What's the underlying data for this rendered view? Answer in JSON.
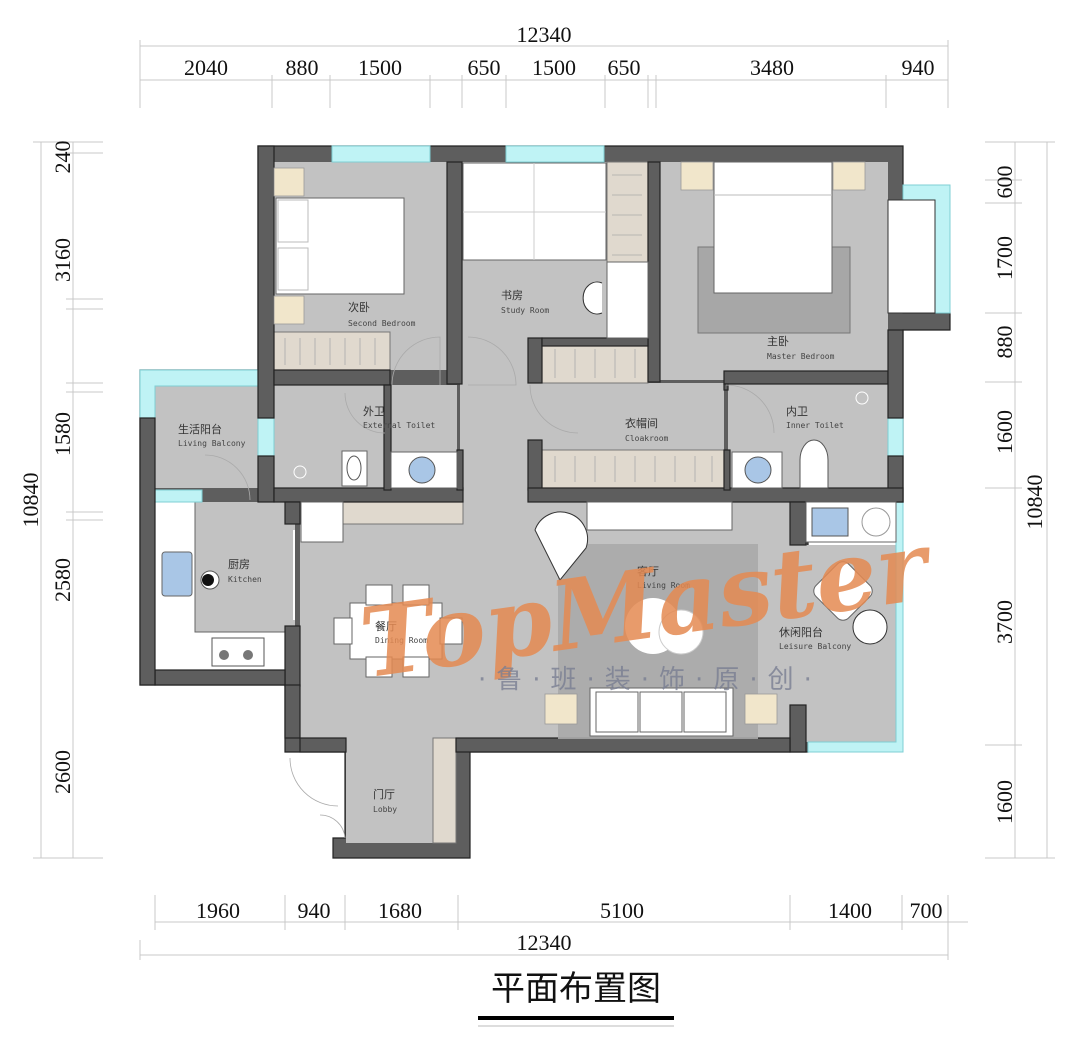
{
  "title": "平面布置图",
  "dimensions": {
    "top_total": "12340",
    "top_segments": [
      "2040",
      "880",
      "1500",
      "650",
      "1500",
      "650",
      "3480",
      "940"
    ],
    "bottom_total": "12340",
    "bottom_segments": [
      "1960",
      "940",
      "1680",
      "5100",
      "1400",
      "700"
    ],
    "left_total": "10840",
    "left_segments": [
      "240",
      "3160",
      "1580",
      "2580",
      "2600"
    ],
    "right_total": "10840",
    "right_segments": [
      "600",
      "1700",
      "880",
      "1600",
      "3700",
      "1600"
    ]
  },
  "rooms": {
    "second_bedroom": {
      "cn": "次卧",
      "en": "Second Bedroom"
    },
    "study_room": {
      "cn": "书房",
      "en": "Study Room"
    },
    "master_bedroom": {
      "cn": "主卧",
      "en": "Master Bedroom"
    },
    "living_balcony": {
      "cn": "生活阳台",
      "en": "Living Balcony"
    },
    "external_toilet": {
      "cn": "外卫",
      "en": "External Toilet"
    },
    "cloakroom": {
      "cn": "衣帽间",
      "en": "Cloakroom"
    },
    "inner_toilet": {
      "cn": "内卫",
      "en": "Inner Toilet"
    },
    "kitchen": {
      "cn": "厨房",
      "en": "Kitchen"
    },
    "dining_room": {
      "cn": "餐厅",
      "en": "Dining Room"
    },
    "living_room": {
      "cn": "客厅",
      "en": "Living Room"
    },
    "leisure_balcony": {
      "cn": "休闲阳台",
      "en": "Leisure Balcony"
    },
    "lobby": {
      "cn": "门厅",
      "en": "Lobby"
    }
  },
  "watermark": {
    "brand": "TopMaster",
    "subtitle": "·鲁·班·装·饰·原·创·"
  }
}
